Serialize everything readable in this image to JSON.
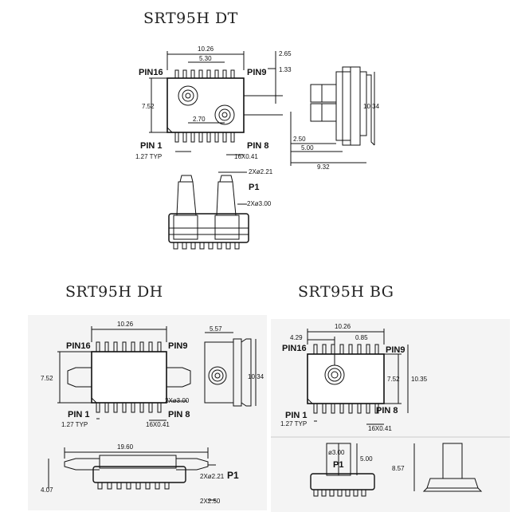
{
  "titles": {
    "dt": "SRT95H DT",
    "dh": "SRT95H DH",
    "bg": "SRT95H BG"
  },
  "pins": {
    "pin16": "PIN16",
    "pin9": "PIN9",
    "pin1": "PIN 1",
    "pin8": "PIN 8",
    "p1": "P1"
  },
  "dt": {
    "d_width": "10.26",
    "d_530": "5.30",
    "d_265": "2.65",
    "d_133": "1.33",
    "d_752": "7.52",
    "d_270": "2.70",
    "d_250": "2.50",
    "d_500": "5.00",
    "d_932": "9.32",
    "d_1034": "10.34",
    "d_pitch": "1.27 TYP",
    "d_pins": "16X0.41",
    "d_221": "2Xø2.21",
    "d_300": "2Xø3.00"
  },
  "dh": {
    "d_width": "10.26",
    "d_557": "5.57",
    "d_752": "7.52",
    "d_1034": "10.34",
    "d_300": "2Xø3.00",
    "d_pitch": "1.27 TYP",
    "d_pins": "16X0.41",
    "d_1960": "19.60",
    "d_407": "4.07",
    "d_221": "2Xø2.21",
    "d_250": "2X2.50"
  },
  "bg": {
    "d_width": "10.26",
    "d_429": "4.29",
    "d_085": "0.85",
    "d_752": "7.52",
    "d_1035": "10.35",
    "d_pitch": "1.27 TYP",
    "d_pins": "16X0.41",
    "d_300": "ø3.00",
    "d_500": "5.00",
    "d_857": "8.57"
  }
}
